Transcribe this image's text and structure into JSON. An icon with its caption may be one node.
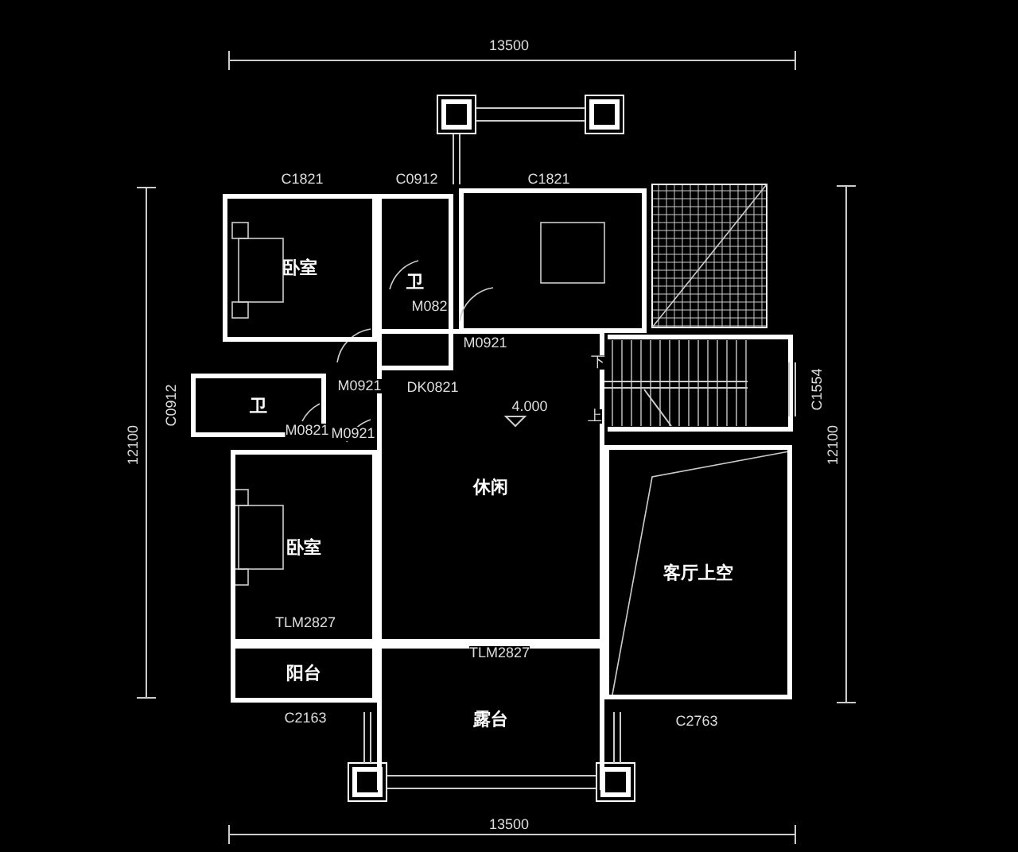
{
  "diagram": {
    "nodes": [
      {
        "text": [
          "卧室"
        ]
      },
      {
        "text": [
          "卫"
        ]
      },
      {
        "text": [
          "卫"
        ]
      },
      {
        "text": [
          "卧室"
        ]
      },
      {
        "text": [
          "休闲"
        ]
      },
      {
        "text": [
          "客厅上空"
        ]
      },
      {
        "text": [
          "阳台"
        ]
      },
      {
        "text": [
          "露台"
        ]
      }
    ],
    "labels": [
      "13500",
      "C1821",
      "C0912",
      "C1821",
      "12100",
      "C0912",
      "M082",
      "M0921",
      "下",
      "M0921",
      "DK0821",
      "C1554",
      "12100",
      "4.000",
      "上",
      "M0821",
      "M0921",
      "TLM2827",
      "TLM2827",
      "C2163",
      "C2763",
      "13500"
    ]
  }
}
